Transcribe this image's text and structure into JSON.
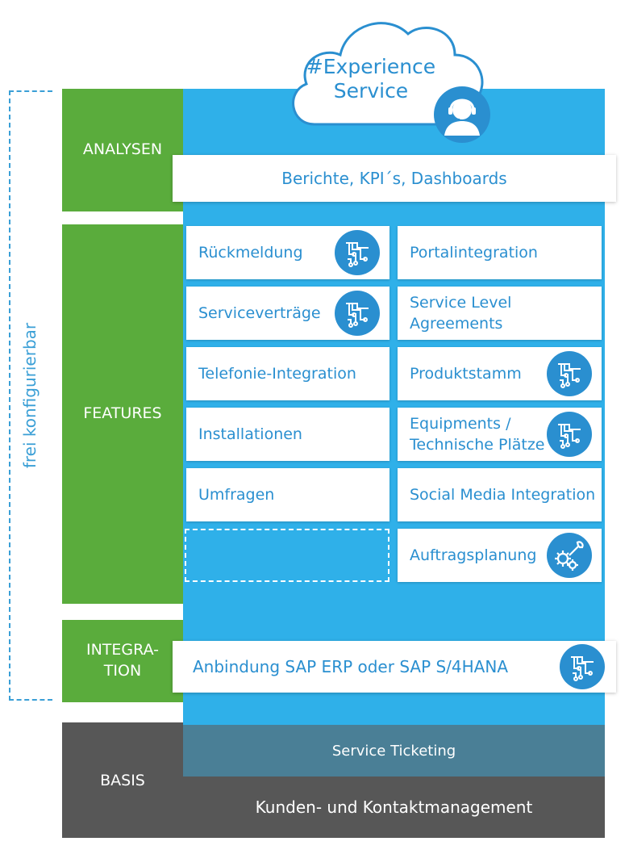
{
  "side_label": "frei konfigurierbar",
  "header": {
    "line1": "#Experience",
    "line2": "Service"
  },
  "sections": {
    "analysen": "ANALYSEN",
    "features": "FEATURES",
    "integration_line1": "INTEGRA-",
    "integration_line2": "TION",
    "basis": "BASIS"
  },
  "analysen_bar": "Berichte, KPI´s, Dashboards",
  "features": {
    "rueckmeldung": "Rückmeldung",
    "portalintegration": "Portalintegration",
    "servicevertraege": "Serviceverträge",
    "slas_line1": "Service Level",
    "slas_line2": "Agreements",
    "telefonie": "Telefonie-Integration",
    "produktstamm": "Produktstamm",
    "installationen": "Installationen",
    "equipments_line1": "Equipments /",
    "equipments_line2": "Technische Plätze",
    "umfragen": "Umfragen",
    "social_media": "Social Media Integration",
    "auftragsplanung": "Auftragsplanung"
  },
  "integration_bar": "Anbindung SAP ERP oder SAP S/4HANA",
  "basis": {
    "ticketing": "Service Ticketing",
    "kunden": "Kunden- und Kontaktmanagement"
  },
  "colors": {
    "green": "#5aac3c",
    "blue": "#2fb0e9",
    "text_blue": "#2a8fd0",
    "gray": "#575757",
    "ticket_blue": "#4a7f96"
  },
  "icons": [
    "circuit-icon",
    "gears-wrench-icon",
    "headset-agent-icon",
    "cloud-icon"
  ]
}
